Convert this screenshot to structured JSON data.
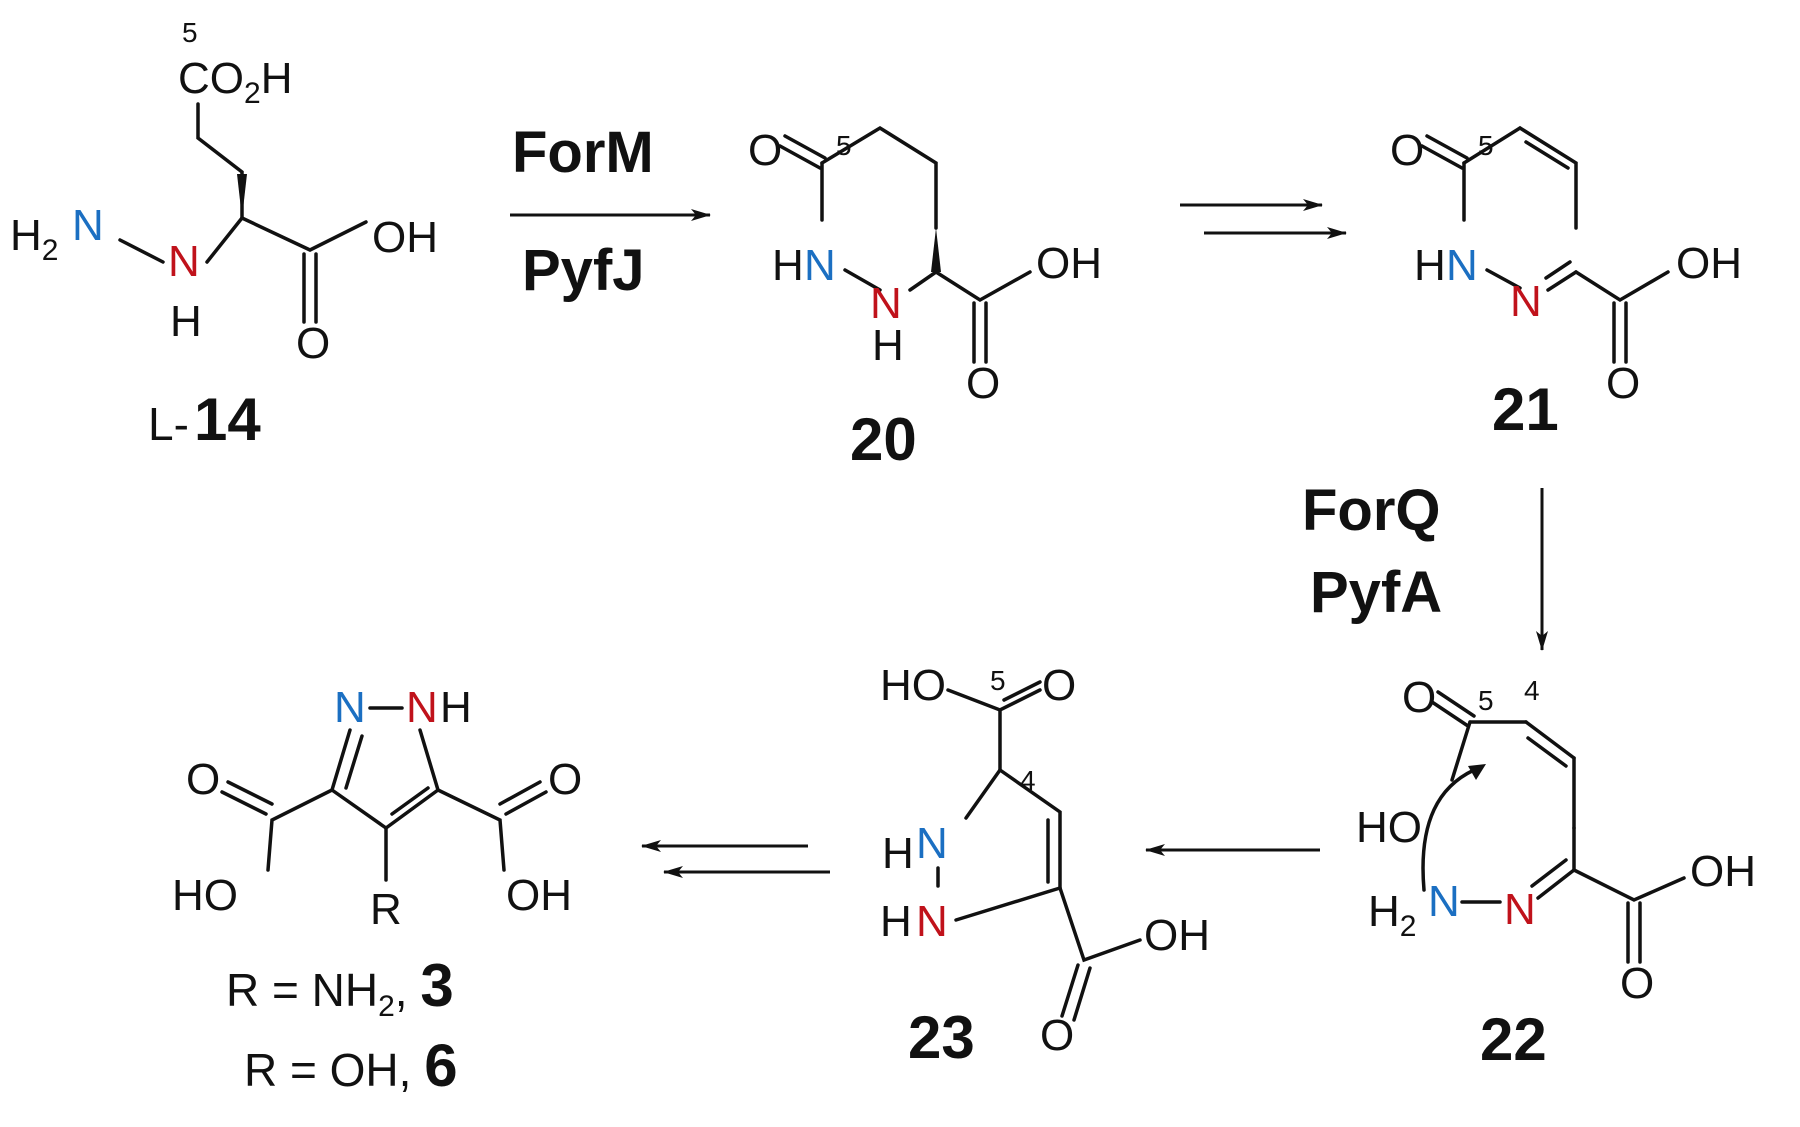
{
  "colors": {
    "blue_nitrogen": "#1b6fc2",
    "red_nitrogen": "#c0121b",
    "ink": "#111111"
  },
  "atoms": {
    "N": "N",
    "O": "O",
    "H": "H",
    "R": "R",
    "OH": "OH",
    "HO": "HO",
    "CO": "CO",
    "two": "2"
  },
  "locants": {
    "c5": "5",
    "c4": "4"
  },
  "compounds": {
    "c14_prefix": "L-",
    "c14": "14",
    "c20": "20",
    "c21": "21",
    "c22": "22",
    "c23": "23"
  },
  "enzymes": {
    "step1_top": "ForM",
    "step1_bottom": "PyfJ",
    "step3_top": "ForQ",
    "step3_bottom": "PyfA"
  },
  "products": {
    "line1_prefix": "R = NH",
    "line1_sub": "2",
    "line1_sep": ", ",
    "line1_cmpd": "3",
    "line2_prefix": "R = OH, ",
    "line2_cmpd": "6"
  }
}
